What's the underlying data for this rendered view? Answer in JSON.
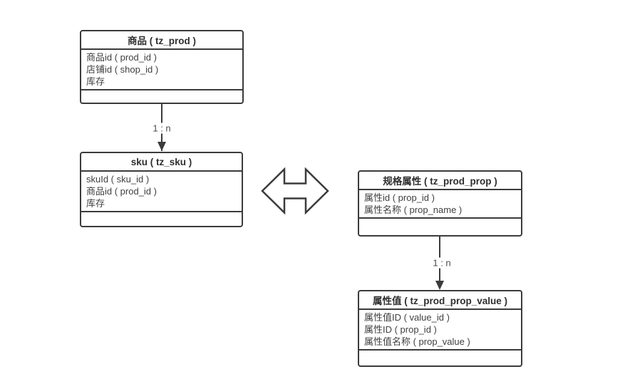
{
  "diagram": {
    "background_color": "#ffffff",
    "line_color": "#3b3b3b",
    "text_color": "#3f3f3f",
    "tables": [
      {
        "id": "prod",
        "title": "商品 ( tz_prod )",
        "rows": [
          "商品id ( prod_id )",
          "店铺id ( shop_id )",
          "库存"
        ]
      },
      {
        "id": "sku",
        "title": "sku ( tz_sku )",
        "rows": [
          "skuId ( sku_id )",
          "商品id ( prod_id )",
          "库存"
        ]
      },
      {
        "id": "prod_prop",
        "title": "规格属性 ( tz_prod_prop )",
        "rows": [
          "属性id ( prop_id )",
          "属性名称 ( prop_name )"
        ]
      },
      {
        "id": "prod_prop_value",
        "title": "属性值 ( tz_prod_prop_value )",
        "rows": [
          "属性值ID ( value_id )",
          "属性ID ( prop_id )",
          "属性值名称 ( prop_value )"
        ]
      }
    ],
    "connectors": [
      {
        "from": "prod",
        "to": "sku",
        "label": "1 : n"
      },
      {
        "from": "prod_prop",
        "to": "prod_prop_value",
        "label": "1 : n"
      }
    ],
    "relation_shape": "double-headed-arrow"
  }
}
